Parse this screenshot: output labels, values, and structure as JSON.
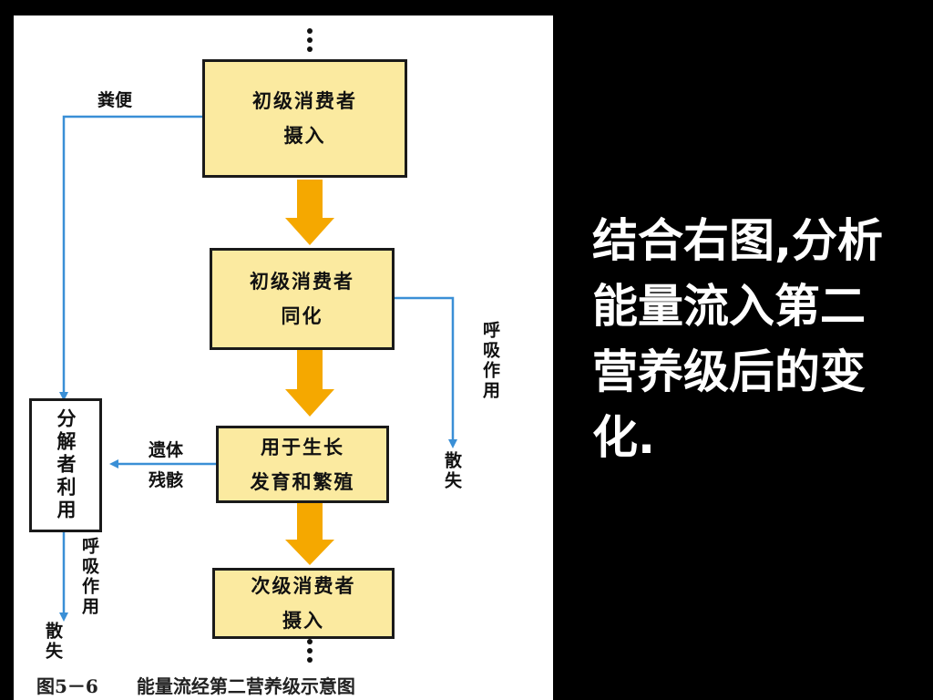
{
  "diagram": {
    "boxes": {
      "primary_intake": [
        "初级消费者",
        "摄入"
      ],
      "primary_assimilation": [
        "初级消费者",
        "同化"
      ],
      "growth": [
        "用于生长",
        "发育和繁殖"
      ],
      "secondary_intake": [
        "次级消费者",
        "摄入"
      ],
      "decomposer": "分解者利用"
    },
    "labels": {
      "feces": "粪便",
      "respiration_right": "呼吸作用",
      "dissipation_right": "散失",
      "remains": [
        "遗体",
        "残骸"
      ],
      "respiration_left": "呼吸作用",
      "dissipation_left": "散失"
    },
    "caption": {
      "figure": "图5－6",
      "title": "能量流经第二营养级示意图"
    }
  },
  "side_text": "结合右图,分析能量流入第二营养级后的变化.",
  "colors": {
    "box_fill": "#fbeaa0",
    "arrow_orange": "#f5a800",
    "flow_blue": "#3a8fd6",
    "background": "#000000"
  }
}
